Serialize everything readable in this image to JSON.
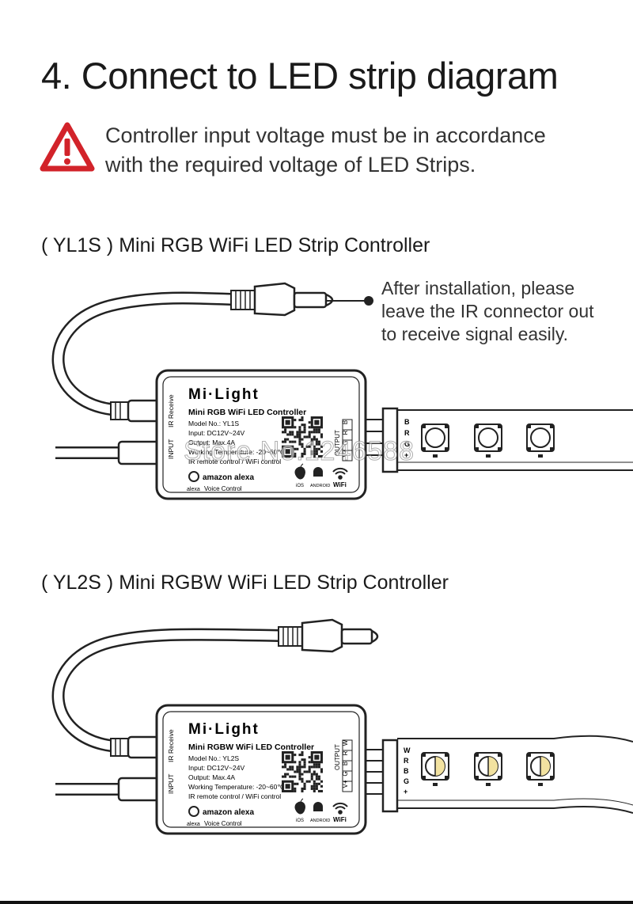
{
  "title": "4. Connect to LED strip diagram",
  "warning": {
    "line1": "Controller input voltage must be in accordance",
    "line2": "with the required voltage of LED Strips.",
    "icon": "warning-triangle-icon",
    "color": "#d2232a"
  },
  "note": {
    "line1": "After installation, please",
    "line2": "leave the IR connector out",
    "line3": "to receive signal easily."
  },
  "watermark": "Store No.1246588",
  "yl1s": {
    "section_title": "( YL1S ) Mini RGB WiFi LED Strip Controller",
    "brand": "Mi·Light",
    "product": "Mini RGB WiFi LED Controller",
    "model": "Model No.: YL1S",
    "input": "Input: DC12V~24V",
    "output": "Output: Max.4A",
    "temp": "Working Temperature: -20~60℃",
    "remote": "IR remote control / WiFi control",
    "ir_label": "IR Receive",
    "input_label": "INPUT",
    "output_label": "OUTPUT",
    "pins": [
      "V+",
      "G",
      "R",
      "B"
    ],
    "strip_pins": [
      "B",
      "R",
      "G",
      "+"
    ],
    "alexa": "amazon alexa",
    "alexa_small": "alexa",
    "voice": "Voice Control",
    "ios": "iOS",
    "android": "ANDROID",
    "wifi": "WiFi"
  },
  "yl2s": {
    "section_title": "( YL2S ) Mini RGBW WiFi LED Strip Controller",
    "brand": "Mi·Light",
    "product": "Mini RGBW WiFi LED Controller",
    "model": "Model No.: YL2S",
    "input": "Input: DC12V~24V",
    "output": "Output: Max.4A",
    "temp": "Working Temperature: -20~60℃",
    "remote": "IR remote control / WiFi control",
    "ir_label": "IR Receive",
    "input_label": "INPUT",
    "output_label": "OUTPUT",
    "pins": [
      "V+",
      "G",
      "B",
      "R",
      "W"
    ],
    "strip_pins": [
      "W",
      "R",
      "B",
      "G",
      "+"
    ],
    "alexa": "amazon alexa",
    "alexa_small": "alexa",
    "voice": "Voice Control",
    "ios": "iOS",
    "android": "ANDROID",
    "wifi": "WiFi"
  }
}
